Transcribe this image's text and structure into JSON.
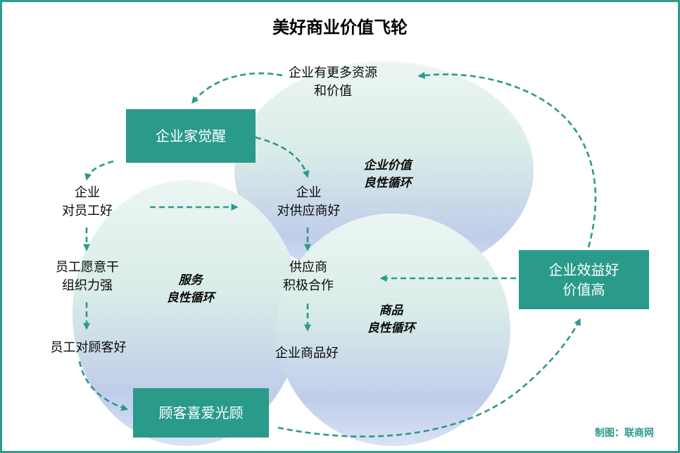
{
  "title": "美好商业价值飞轮",
  "colors": {
    "accent_teal": "#2a9a8b",
    "border_teal": "#2e9d8e",
    "bubble_top": "#ecf6f3",
    "bubble_bottom_band": "#c0cdea",
    "text": "#0a0a0a",
    "box_text": "#ffffff"
  },
  "nodes": {
    "more_resources": {
      "lines": [
        "企业有更多资源",
        "和价值"
      ]
    },
    "entrepreneur_awakening": {
      "label": "企业家觉醒"
    },
    "enterprise_value_cycle": {
      "lines": [
        "企业价值",
        "良性循环"
      ]
    },
    "good_to_employees": {
      "lines": [
        "企业",
        "对员工好"
      ]
    },
    "good_to_suppliers": {
      "lines": [
        "企业",
        "对供应商好"
      ]
    },
    "employees_motivated": {
      "lines": [
        "员工愿意干",
        "组织力强"
      ]
    },
    "service_cycle": {
      "lines": [
        "服务",
        "良性循环"
      ]
    },
    "suppliers_cooperate": {
      "lines": [
        "供应商",
        "积极合作"
      ]
    },
    "goods_cycle": {
      "lines": [
        "商品",
        "良性循环"
      ]
    },
    "employees_good_to_customers": {
      "label": "员工对顾客好"
    },
    "good_products": {
      "label": "企业商品好"
    },
    "customers_love": {
      "label": "顾客喜爱光顾"
    },
    "enterprise_benefit": {
      "lines": [
        "企业效益好",
        "价值高"
      ]
    }
  },
  "footer": {
    "credit": "制图：联商网"
  }
}
